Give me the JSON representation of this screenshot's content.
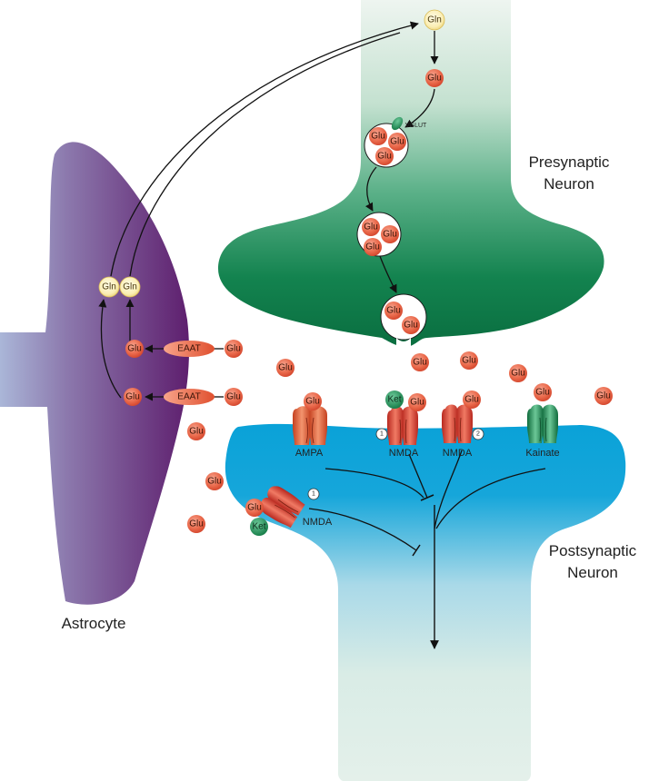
{
  "labels": {
    "presynaptic_line1": "Presynaptic",
    "presynaptic_line2": "Neuron",
    "postsynaptic_line1": "Postsynaptic",
    "postsynaptic_line2": "Neuron",
    "astrocyte": "Astrocyte",
    "vglut": "VGLUT"
  },
  "molecules": {
    "glutamate": "Glu",
    "glutamine": "Gln",
    "ketamine": "Ket"
  },
  "transporters": {
    "eaat": "EAAT"
  },
  "receptors": {
    "ampa": "AMPA",
    "nmda": "NMDA",
    "kainate": "Kainate"
  },
  "binding_sites": {
    "site_1": "1",
    "site_2": "2"
  },
  "colors": {
    "astrocyte": "#6a2f7c",
    "presynaptic": "#0b7a4a",
    "postsynaptic": "#1aa3d6",
    "glutamate": "#e2553b",
    "glutamine": "#f2dc82",
    "ketamine": "#1e8f55",
    "nmda_receptor": "#d9443a",
    "ampa_receptor": "#e05a38",
    "kainate_receptor": "#238a52"
  }
}
